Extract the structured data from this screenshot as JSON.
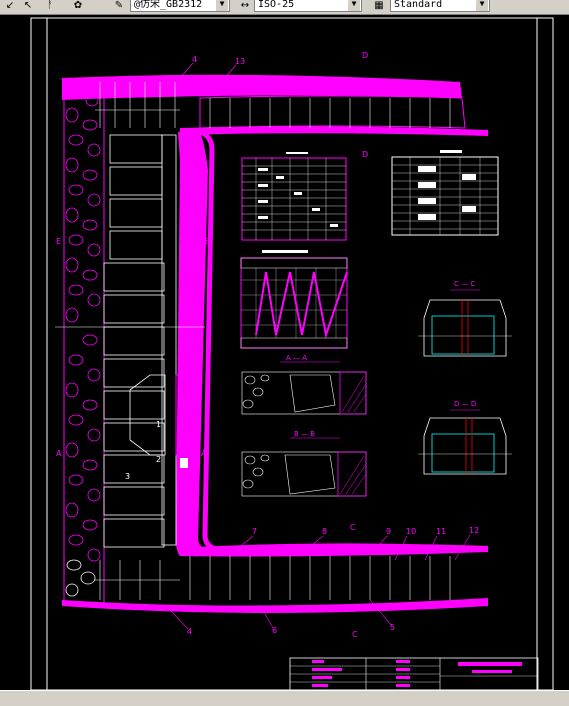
{
  "toolbar": {
    "textstyle_value": "@仿宋_GB2312",
    "dimstyle_value": "ISO-25",
    "tablestyle_value": "Standard"
  },
  "drawing": {
    "section_labels": {
      "d_top": "D",
      "d_bottom": "D",
      "c_top": "C",
      "c_bottom": "C",
      "e_left": "E",
      "e_right": "E",
      "a_left": "A",
      "a_right": "A",
      "cc": "C — C",
      "dd": "D — D",
      "aa": "A — A",
      "bb": "B — B"
    },
    "callouts": [
      "4",
      "13",
      "7",
      "8",
      "9",
      "10",
      "11",
      "12",
      "5",
      "6",
      "4"
    ],
    "numbers": [
      "1",
      "2",
      "3"
    ]
  },
  "colors": {
    "magenta": "#ff00ff",
    "white": "#ffffff",
    "cyan": "#00ffff",
    "red": "#ff0000",
    "toolbar": "#d4d0c8"
  }
}
